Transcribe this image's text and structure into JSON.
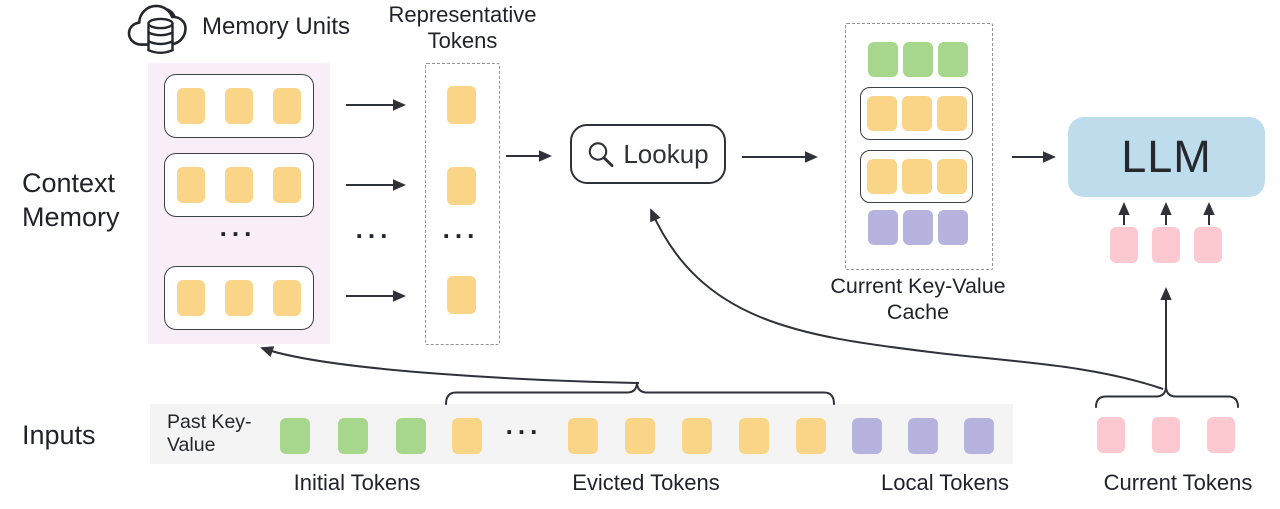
{
  "colors": {
    "yellow": "#fad487",
    "green": "#a7d78c",
    "purple": "#b6b3df",
    "pink": "#fbc9cf",
    "llm_blue": "#bddcec",
    "memory_bg": "#f9eef7",
    "inputs_bg": "#f3f4f3",
    "stroke": "#2f3239",
    "text": "#1f2329"
  },
  "icons": {
    "memory": "cloud-database-icon",
    "lookup": "magnifying-glass-icon"
  },
  "context_memory": {
    "label": "Context Memory",
    "header_label": "Memory Units",
    "ellipsis": "...",
    "unit_rows": [
      {
        "n": 3,
        "color": "yellow"
      },
      {
        "n": 3,
        "color": "yellow"
      },
      {
        "n": 3,
        "color": "yellow"
      }
    ]
  },
  "representative": {
    "label": "Representative Tokens",
    "ellipsis": "...",
    "tokens": [
      {
        "n": 1,
        "color": "yellow"
      },
      {
        "n": 1,
        "color": "yellow"
      },
      {
        "n": 1,
        "color": "yellow"
      }
    ]
  },
  "lookup": {
    "label": "Lookup"
  },
  "cache": {
    "caption": "Current Key-Value Cache",
    "rows": [
      {
        "n": 3,
        "color": "green",
        "boxed": false
      },
      {
        "n": 3,
        "color": "yellow",
        "boxed": true
      },
      {
        "n": 3,
        "color": "yellow",
        "boxed": true
      },
      {
        "n": 3,
        "color": "purple",
        "boxed": false
      }
    ]
  },
  "llm": {
    "label": "LLM",
    "input_tokens": {
      "n": 3,
      "color": "pink"
    }
  },
  "inputs": {
    "label": "Inputs",
    "past_kv_label": "Past Key-Value",
    "ellipsis": "...",
    "groups": {
      "initial": {
        "n": 3,
        "color": "green"
      },
      "evicted_left": {
        "n": 1,
        "color": "yellow"
      },
      "evicted_right": {
        "n": 5,
        "color": "yellow"
      },
      "local": {
        "n": 3,
        "color": "purple"
      },
      "current": {
        "n": 3,
        "color": "pink"
      }
    },
    "captions": {
      "initial": "Initial Tokens",
      "evicted": "Evicted Tokens",
      "local": "Local Tokens",
      "current": "Current Tokens"
    }
  }
}
